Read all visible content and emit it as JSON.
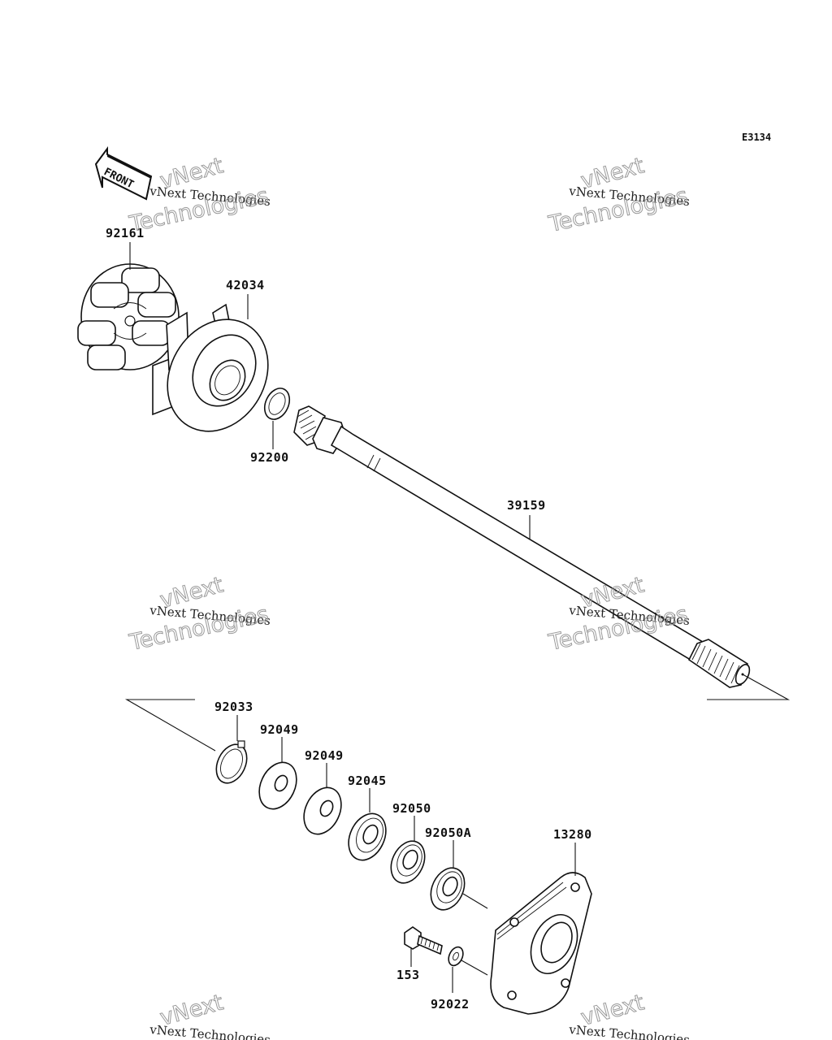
{
  "diagram_code": "E3134",
  "front_label": "FRONT",
  "watermark": {
    "line1": "vNext Technologies",
    "line2": "vNext",
    "line3": "Technologies"
  },
  "parts": {
    "p92161": "92161",
    "p42034": "42034",
    "p92200": "92200",
    "p39159": "39159",
    "p92033": "92033",
    "p92049a": "92049",
    "p92049b": "92049",
    "p92045": "92045",
    "p92050": "92050",
    "p92050A": "92050A",
    "p13280": "13280",
    "p153": "153",
    "p92022": "92022"
  }
}
